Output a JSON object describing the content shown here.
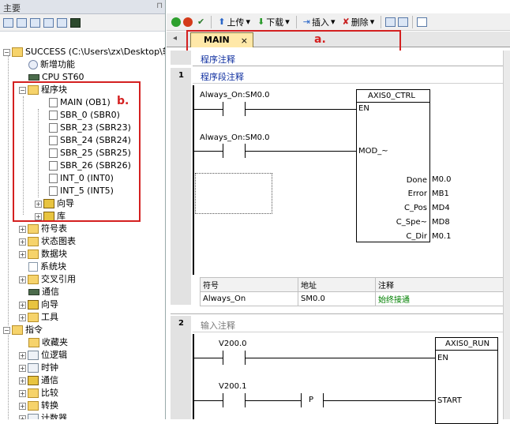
{
  "left_panel": {
    "title": "主要",
    "pin": "📌",
    "project_root": "SUCCESS (C:\\Users\\zx\\Desktop\\软",
    "items": [
      {
        "label": "新增功能"
      },
      {
        "label": "CPU ST60"
      },
      {
        "label": "程序块"
      },
      {
        "label": "MAIN (OB1)"
      },
      {
        "label": "SBR_0 (SBR0)"
      },
      {
        "label": "SBR_23 (SBR23)"
      },
      {
        "label": "SBR_24 (SBR24)"
      },
      {
        "label": "SBR_25 (SBR25)"
      },
      {
        "label": "SBR_26 (SBR26)"
      },
      {
        "label": "INT_0 (INT0)"
      },
      {
        "label": "INT_5 (INT5)"
      },
      {
        "label": "向导"
      },
      {
        "label": "库"
      },
      {
        "label": "符号表"
      },
      {
        "label": "状态图表"
      },
      {
        "label": "数据块"
      },
      {
        "label": "系统块"
      },
      {
        "label": "交叉引用"
      },
      {
        "label": "通信"
      },
      {
        "label": "向导"
      },
      {
        "label": "工具"
      },
      {
        "label": "指令"
      },
      {
        "label": "收藏夹"
      },
      {
        "label": "位逻辑"
      },
      {
        "label": "时钟"
      },
      {
        "label": "通信"
      },
      {
        "label": "比较"
      },
      {
        "label": "转换"
      },
      {
        "label": "计数器"
      }
    ]
  },
  "toolbar": {
    "upload": "上传",
    "download": "下载",
    "insert": "插入",
    "delete": "删除"
  },
  "tabs": {
    "main": "MAIN",
    "close": "×"
  },
  "annotations": {
    "a": "a.",
    "b": "b."
  },
  "editor": {
    "program_comment": "程序注释",
    "net1_no": "1",
    "net1_comment": "程序段注释",
    "contact1": "Always_On:SM0.0",
    "contact2": "Always_On:SM0.0",
    "block1_name": "AXIS0_CTRL",
    "block1_en": "EN",
    "block1_mod": "MOD_~",
    "block1_outputs": [
      {
        "pin": "Done",
        "addr": "M0.0"
      },
      {
        "pin": "Error",
        "addr": "MB1"
      },
      {
        "pin": "C_Pos",
        "addr": "MD4"
      },
      {
        "pin": "C_Spe~",
        "addr": "MD8"
      },
      {
        "pin": "C_Dir",
        "addr": "M0.1"
      }
    ],
    "symbol_table": {
      "headers": [
        "符号",
        "地址",
        "注释"
      ],
      "row": [
        "Always_On",
        "SM0.0",
        "始终接通"
      ]
    },
    "net2_no": "2",
    "net2_comment": "输入注释",
    "net2_contact1": "V200.0",
    "net2_contact2": "V200.1",
    "net2_p": "P",
    "block2_name": "AXIS0_RUN",
    "block2_en": "EN",
    "block2_start": "START"
  },
  "colors": {
    "accent_red": "#d42020",
    "tab_bg": "#ffe8a8",
    "comment_green": "#008000",
    "tree_blue": "#1030a0"
  }
}
